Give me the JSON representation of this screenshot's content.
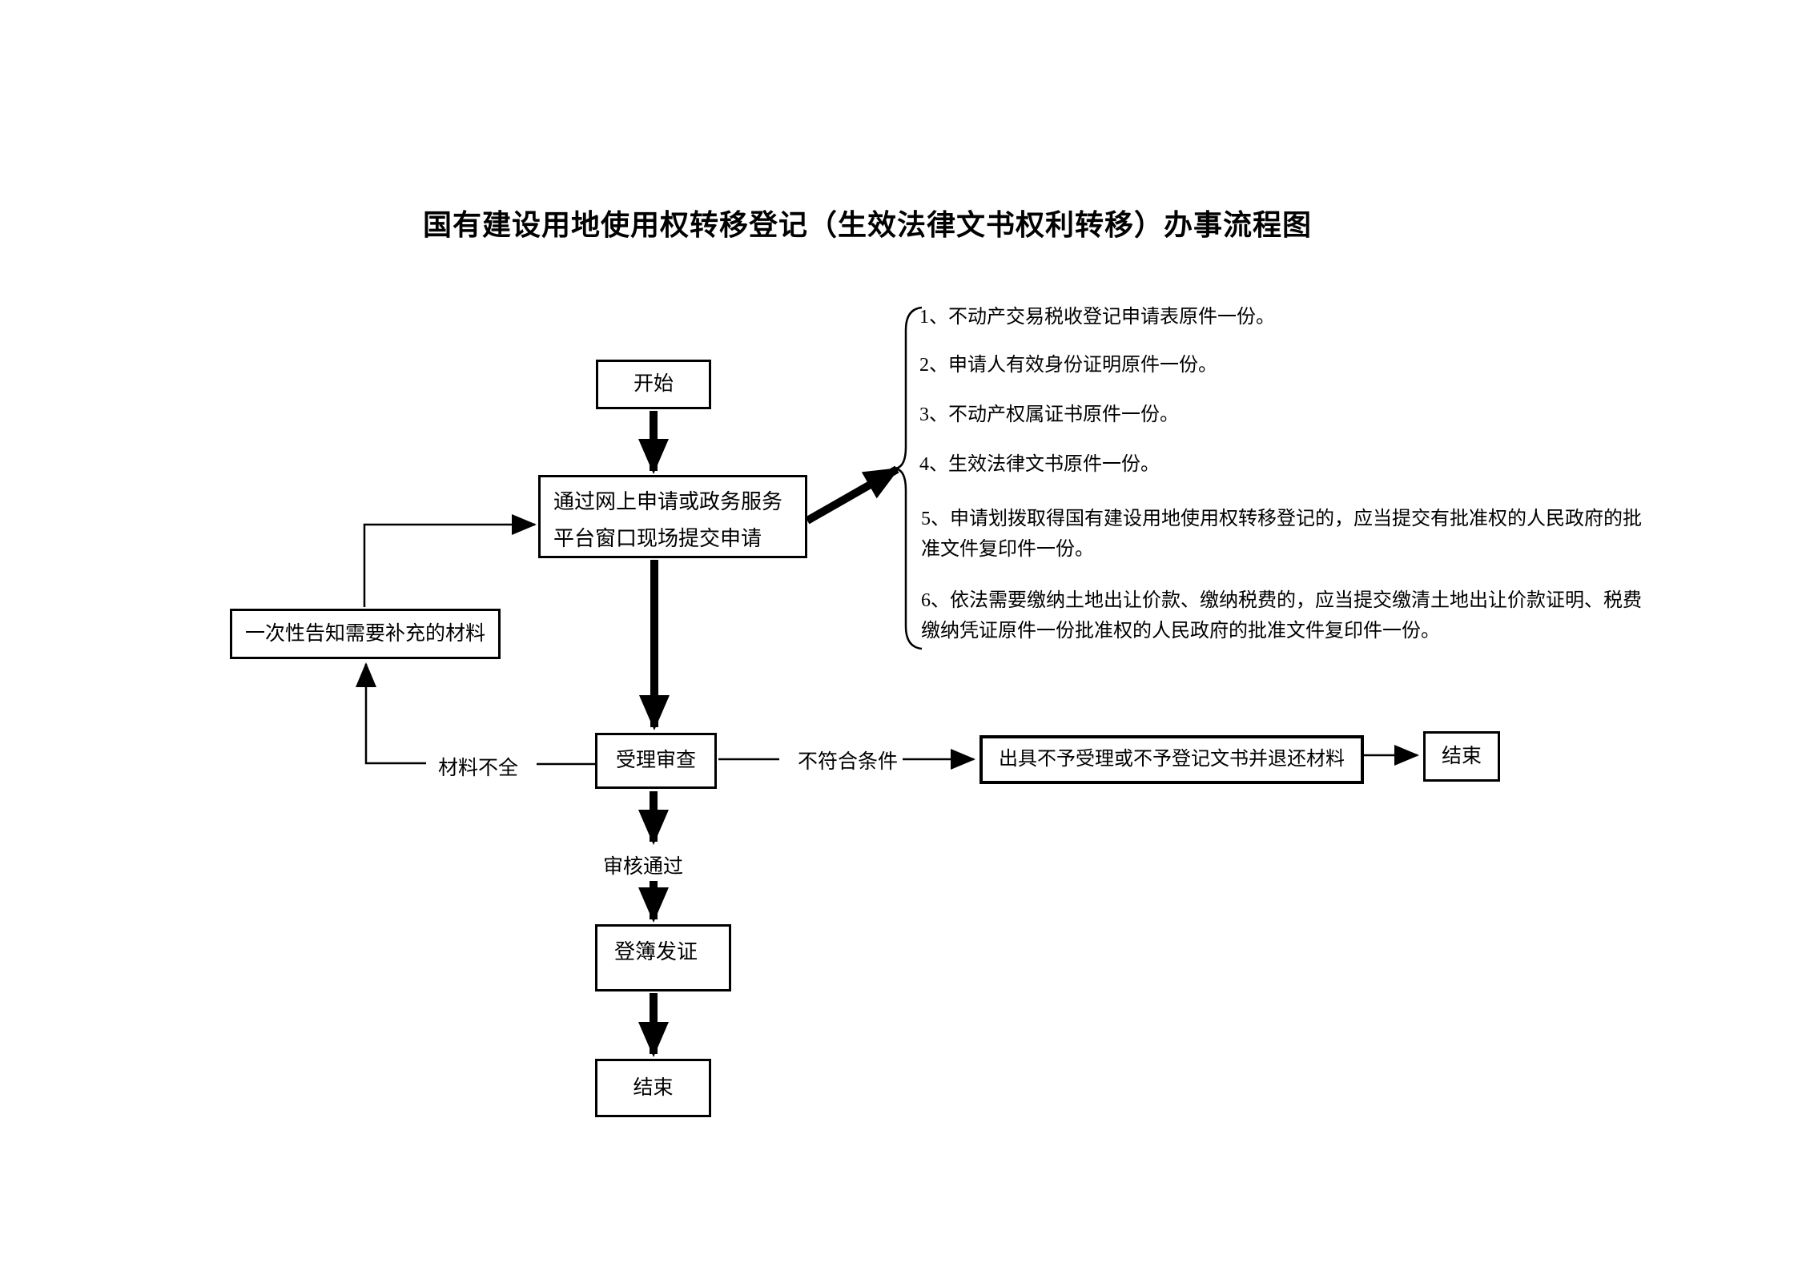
{
  "title": "国有建设用地使用权转移登记（生效法律文书权利转移）办事流程图",
  "nodes": {
    "start": "开始",
    "submit": "通过网上申请或政务服务平台窗口现场提交申请",
    "notify": "一次性告知需要补充的材料",
    "review": "受理审查",
    "reject": "出具不予受理或不予登记文书并退还材料",
    "reject_end": "结束",
    "register": "登簿发证",
    "end": "结束"
  },
  "edges": {
    "materials_incomplete": "材料不全",
    "not_qualified": "不符合条件",
    "review_passed": "审核通过"
  },
  "materials": [
    "1、不动产交易税收登记申请表原件一份。",
    "2、申请人有效身份证明原件一份。",
    "3、不动产权属证书原件一份。",
    "4、生效法律文书原件一份。",
    "5、申请划拨取得国有建设用地使用权转移登记的，应当提交有批准权的人民政府的批准文件复印件一份。",
    "6、依法需要缴纳土地出让价款、缴纳税费的，应当提交缴清土地出让价款证明、税费缴纳凭证原件一份批准权的人民政府的批准文件复印件一份。"
  ],
  "colors": {
    "ink": "#000000",
    "background": "#ffffff"
  }
}
